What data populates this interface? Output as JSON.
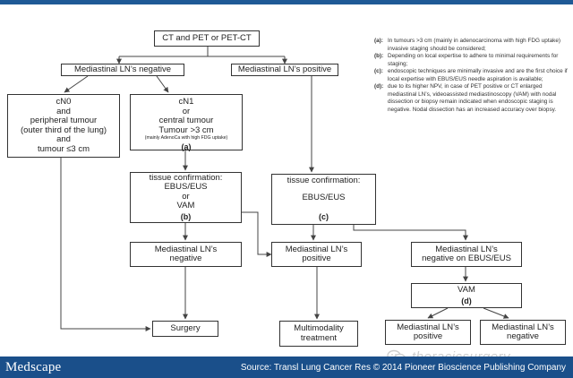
{
  "diagram": {
    "nodes": {
      "start": {
        "lines": [
          "CT and PET or PET-CT"
        ]
      },
      "neg": {
        "lines": [
          "Mediastinal LN’s negative"
        ]
      },
      "pos": {
        "lines": [
          "Mediastinal LN’s positive"
        ]
      },
      "cn0": {
        "lines": [
          "cN0",
          "and",
          "peripheral tumour",
          "(outer third of the lung)",
          "and",
          "tumour ≤3 cm"
        ]
      },
      "cn1": {
        "lines": [
          "cN1",
          "or",
          "central tumour",
          "Tumour >3 cm"
        ],
        "small": "(mainly AdenoCa with high FDG uptake)",
        "tag": "(a)"
      },
      "tc1": {
        "lines": [
          "tissue confirmation:",
          "EBUS/EUS",
          "or",
          "VAM"
        ],
        "tag": "(b)"
      },
      "tc2": {
        "lines": [
          "tissue confirmation:",
          "EBUS/EUS"
        ],
        "tag": "(c)"
      },
      "mneg": {
        "lines": [
          "Mediastinal LN’s",
          "negative"
        ]
      },
      "mpos": {
        "lines": [
          "Mediastinal LN’s",
          "positive"
        ]
      },
      "mneg_ebus": {
        "lines": [
          "Mediastinal LN’s",
          "negative on EBUS/EUS"
        ]
      },
      "vam": {
        "lines": [
          "VAM"
        ],
        "tag": "(d)"
      },
      "surgery": {
        "lines": [
          "Surgery"
        ]
      },
      "multi": {
        "lines": [
          "Multimodality",
          "treatment"
        ]
      },
      "mpos2": {
        "lines": [
          "Mediastinal LN’s",
          "positive"
        ]
      },
      "mneg2": {
        "lines": [
          "Mediastinal LN’s",
          "negative"
        ]
      }
    }
  },
  "notes": [
    {
      "key": "(a):",
      "text": "In tumours >3 cm (mainly in adenocarcinoma with high FDG uptake) invasive staging should be considered;"
    },
    {
      "key": "(b):",
      "text": "Depending on local expertise to adhere to minimal requirements for staging;"
    },
    {
      "key": "(c):",
      "text": "endoscopic techniques are minimally invasive and are the first choice if local expertise with EBUS/EUS needle aspiration is available;"
    },
    {
      "key": "(d):",
      "text": "due to its higher NPV, in case of PET positive or CT enlarged mediastinal LN’s, videoassisted mediastinoscopy (VAM) with nodal dissection or biopsy remain indicated when endoscopic staging is negative. Nodal dissection has an increased accuracy over biopsy."
    }
  ],
  "watermark": {
    "text": "thoracicsurgery",
    "icon": "wechat-icon"
  },
  "footer": {
    "logo": "Medscape",
    "source": "Source: Transl Lung Cancer Res © 2014 Pioneer Bioscience Publishing Company"
  },
  "colors": {
    "footer_bg": "#1a4f8a",
    "top_bar": "#1f5a96",
    "node_border": "#333333"
  }
}
